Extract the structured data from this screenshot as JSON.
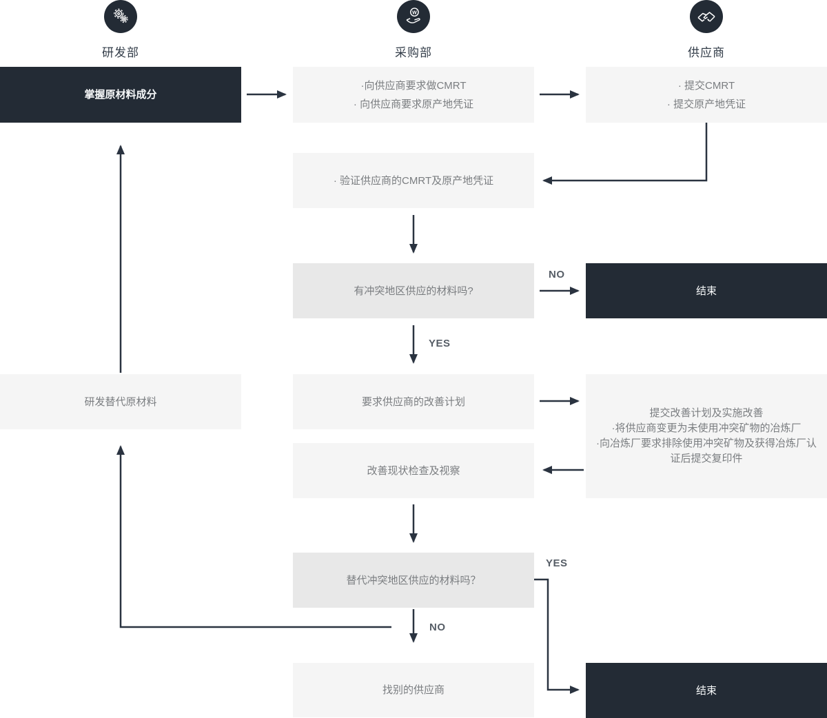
{
  "palette": {
    "dark_navy": "#232b35",
    "light_box": "#f5f5f5",
    "decision_box": "#e8e8e8",
    "body_text": "#7a7d80",
    "inverse_text": "#fafbfb",
    "arrow": "#2a3340",
    "branch_label": "#565d66"
  },
  "lanes": [
    {
      "label": "研发部",
      "icon": "gears-icon"
    },
    {
      "label": "采购部",
      "icon": "coin-in-hand-icon"
    },
    {
      "label": "供应商",
      "icon": "handshake-icon"
    }
  ],
  "nodes": {
    "grasp_material": {
      "text": "掌握原材料成分"
    },
    "dev_alternative": {
      "text": "研发替代原材料"
    },
    "request_cmrt": {
      "line1": "·向供应商要求做CMRT",
      "line2": "· 向供应商要求原产地凭证"
    },
    "verify_cmrt": {
      "text": "· 验证供应商的CMRT及原产地凭证"
    },
    "decision_conflict": {
      "text": "有冲突地区供应的材料吗?"
    },
    "request_improvement": {
      "text": "要求供应商的改善计划"
    },
    "inspect_improvement": {
      "text": "改善现状检查及视察"
    },
    "decision_substitute": {
      "text": "替代冲突地区供应的材料吗？"
    },
    "find_other_supplier": {
      "text": "找别的供应商"
    },
    "submit_cmrt": {
      "line1": "· 提交CMRT",
      "line2": "· 提交原产地凭证"
    },
    "end_top": {
      "text": "结束"
    },
    "submit_improvement": {
      "line1": "提交改善计划及实施改善",
      "line2": "·将供应商变更为未使用冲突矿物的冶炼厂",
      "line3": "·向冶炼厂要求排除使用冲突矿物及获得冶炼厂认证后提交复印件"
    },
    "end_bottom": {
      "text": "结束"
    }
  },
  "branch_labels": {
    "no_top": "NO",
    "yes_top": "YES",
    "yes_bottom": "YES",
    "no_bottom": "NO"
  }
}
